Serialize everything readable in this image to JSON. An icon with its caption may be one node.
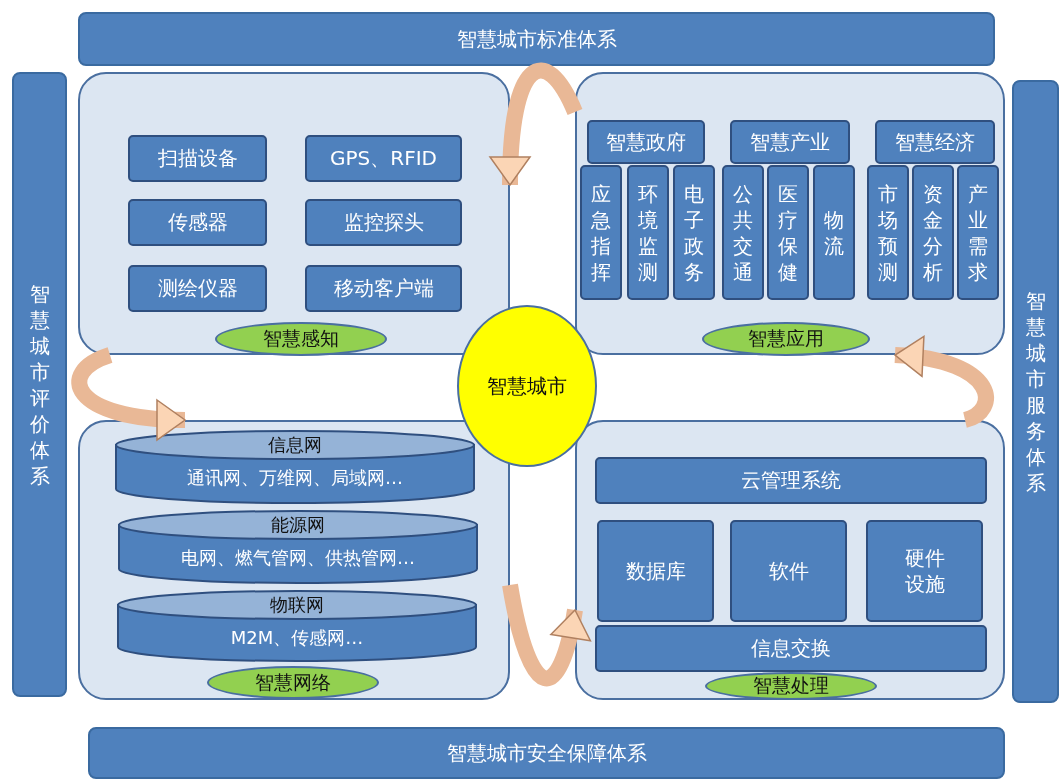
{
  "diagram": {
    "nodes": [
      {
        "text": [
          "智慧城市标准体系"
        ]
      },
      {
        "text": [
          "智慧城市评价体系"
        ]
      },
      {
        "text": [
          "智慧城市服务体系"
        ]
      },
      {
        "text": [
          "智慧城市安全保障体系"
        ]
      },
      {
        "text": [],
        "shape": "box"
      },
      {
        "text": [
          "扫描设备"
        ],
        "in": 4
      },
      {
        "text": [
          "GPS、RFID"
        ],
        "in": 4
      },
      {
        "text": [
          "传感器"
        ],
        "in": 4
      },
      {
        "text": [
          "监控探头"
        ],
        "in": 4
      },
      {
        "text": [
          "测绘仪器"
        ],
        "in": 4
      },
      {
        "text": [
          "移动客户端"
        ],
        "in": 4
      },
      {
        "text": [
          "智慧感知"
        ],
        "in": 4
      },
      {
        "text": [],
        "shape": "box"
      },
      {
        "text": [
          "智慧政府"
        ],
        "in": 12
      },
      {
        "text": [
          "智慧产业"
        ],
        "in": 12
      },
      {
        "text": [
          "智慧经济"
        ],
        "in": 12
      },
      {
        "text": [
          "应急指挥"
        ],
        "in": 12
      },
      {
        "text": [
          "环境监测"
        ],
        "in": 12
      },
      {
        "text": [
          "电子政务"
        ],
        "in": 12
      },
      {
        "text": [
          "公共交通"
        ],
        "in": 12
      },
      {
        "text": [
          "医疗保健"
        ],
        "in": 12
      },
      {
        "text": [
          "物流"
        ],
        "in": 12
      },
      {
        "text": [
          "市场预测"
        ],
        "in": 12
      },
      {
        "text": [
          "资金分析"
        ],
        "in": 12
      },
      {
        "text": [
          "产业需求"
        ],
        "in": 12
      },
      {
        "text": [
          "智慧应用"
        ],
        "in": 12
      },
      {
        "text": [],
        "shape": "box"
      },
      {
        "text": [
          "信息网",
          "通讯网、万维网、局域网…"
        ],
        "in": 26
      },
      {
        "text": [
          "能源网",
          "电网、燃气管网、供热管网…"
        ],
        "in": 26
      },
      {
        "text": [
          "物联网",
          "M2M、传感网…"
        ],
        "in": 26
      },
      {
        "text": [
          "智慧网络"
        ],
        "in": 26
      },
      {
        "text": [],
        "shape": "box"
      },
      {
        "text": [
          "云管理系统"
        ],
        "in": 31
      },
      {
        "text": [
          "数据库"
        ],
        "in": 31
      },
      {
        "text": [
          "软件"
        ],
        "in": 31
      },
      {
        "text": [
          "硬件设施"
        ],
        "in": 31
      },
      {
        "text": [
          "信息交换"
        ],
        "in": 31
      },
      {
        "text": [
          "智慧处理"
        ],
        "in": 31
      },
      {
        "text": [
          "智慧城市"
        ]
      }
    ],
    "edges": [
      {
        "from": 4,
        "to": 26,
        "arrow": "to"
      },
      {
        "from": 26,
        "to": 31,
        "arrow": "to"
      },
      {
        "from": 31,
        "to": 12,
        "arrow": "to"
      },
      {
        "from": 12,
        "to": 4,
        "arrow": "to"
      }
    ]
  }
}
